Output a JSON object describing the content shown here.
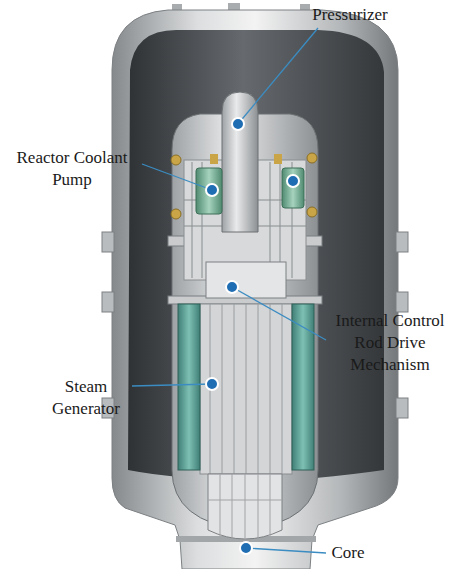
{
  "diagram": {
    "labels": [
      "Pressurizer",
      "Reactor Coolant Pump",
      "Internal Control Rod Drive Mechanism",
      "Steam Generator",
      "Core"
    ]
  }
}
